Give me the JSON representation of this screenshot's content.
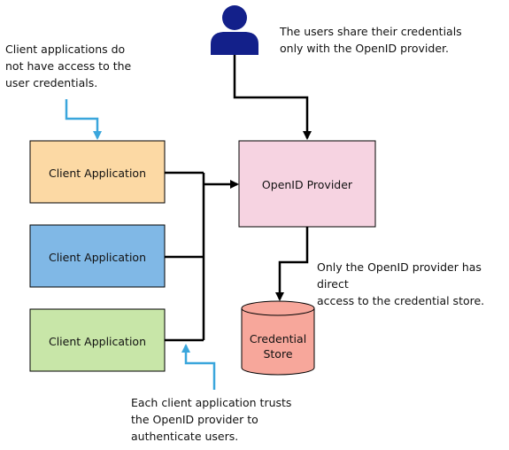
{
  "notes": {
    "users": "The users share their credentials\nonly with the OpenID provider.",
    "client_access": "Client applications do\nnot have access to the\nuser credentials.",
    "provider_access": "Only the OpenID provider has direct\naccess to the credential store.",
    "trust": "Each client application trusts\nthe OpenID provider to\nauthenticate users."
  },
  "boxes": {
    "client1": "Client Application",
    "client2": "Client Application",
    "client3": "Client Application",
    "provider": "OpenID Provider",
    "store_line1": "Credential",
    "store_line2": "Store"
  },
  "icons": {
    "user": "user-icon"
  },
  "colors": {
    "client1": "#fcd9a4",
    "client2": "#80b8e6",
    "client3": "#c8e6a8",
    "provider": "#f6d3e1",
    "store": "#f7a79b",
    "user": "#13208a",
    "callout_arrow": "#3aa6dc",
    "connector": "#000000"
  }
}
